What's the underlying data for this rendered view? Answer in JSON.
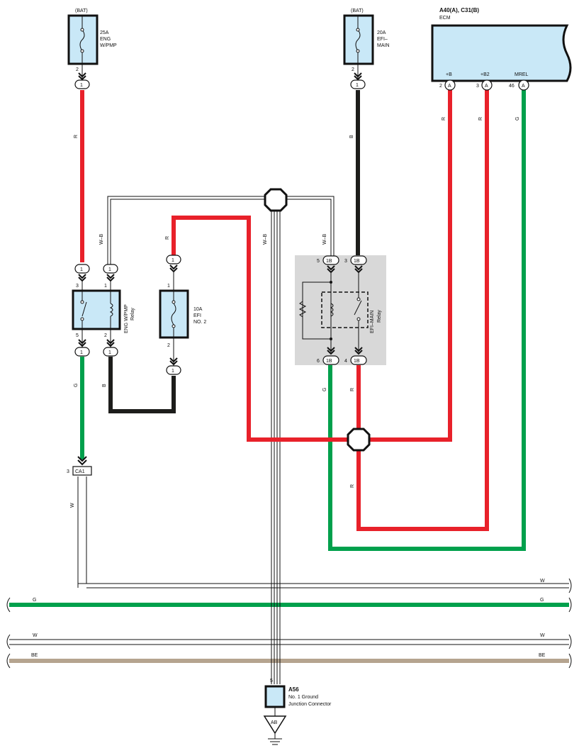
{
  "bat_labels": [
    "(BAT)",
    "(BAT)"
  ],
  "fuse_eng": {
    "rating": "25A",
    "name_lines": [
      "ENG",
      "W/PMP"
    ],
    "pin": "2",
    "conn": "1"
  },
  "fuse_efi_main": {
    "rating": "20A",
    "name_lines": [
      "EFI–",
      "MAIN"
    ],
    "pin": "2",
    "conn": "1"
  },
  "ecm": {
    "ref": "A40(A), C31(B)",
    "name": "ECM",
    "pins": [
      {
        "num": "2",
        "label": "+B",
        "conn": "A"
      },
      {
        "num": "3",
        "label": "+B2",
        "conn": "A"
      },
      {
        "num": "46",
        "label": "MREL",
        "conn": "A"
      }
    ]
  },
  "wire_colors": {
    "R": "R",
    "B": "B",
    "G": "G",
    "WB": "W–B",
    "W": "W",
    "BE": "BE"
  },
  "relay_eng": {
    "name_lines": [
      "ENG W/PMP",
      "Relay"
    ],
    "pins": [
      "3",
      "1",
      "5",
      "2"
    ],
    "conn": "1"
  },
  "fuse_efi_no2": {
    "rating": "10A",
    "name_lines": [
      "EFI",
      "NO. 2"
    ],
    "pins": [
      "1",
      "2"
    ],
    "conn": "1"
  },
  "relay_efi_main": {
    "name_lines": [
      "EFI–MAIN",
      "Relay"
    ],
    "pins": [
      "5",
      "3",
      "6",
      "4"
    ],
    "conn": "1B"
  },
  "ca1": {
    "pin": "3",
    "name": "CA1"
  },
  "ground_junction": {
    "pin": "5",
    "ref": "A56",
    "name_lines": [
      "No.  1 Ground",
      "Junction Connector"
    ],
    "ground": "AB"
  },
  "colors": {
    "R": "#e8212a",
    "B": "#1d1d1b",
    "G": "#00a04c",
    "BE": "#b5a48f",
    "box": "#c9e8f7",
    "relay_bg": "#d8d8d8"
  }
}
